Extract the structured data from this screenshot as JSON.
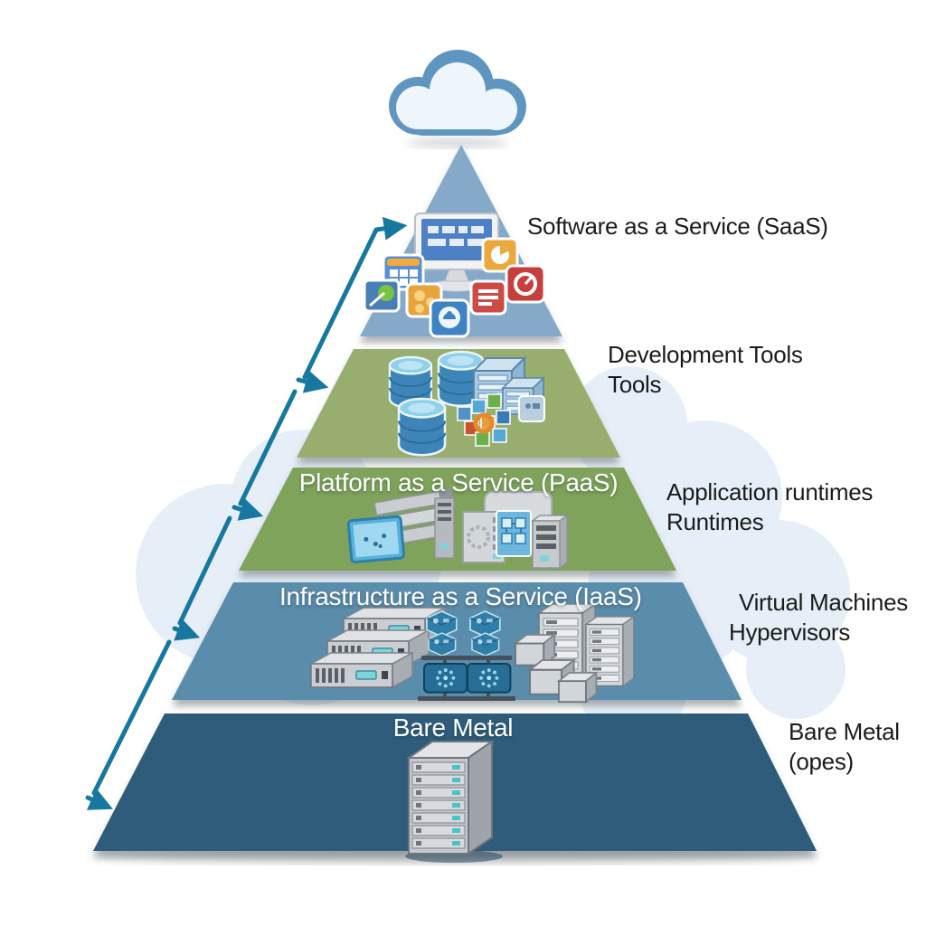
{
  "diagram": {
    "type": "pyramid-stack",
    "cloud_icon": "cloud",
    "colors": {
      "saas_fill": "#85aac9",
      "devtools_fill": "#97ae6e",
      "paas_fill": "#7fa35a",
      "iaas_fill": "#5a8cab",
      "bare_metal_fill": "#2e5b7a",
      "arrow": "#16789f",
      "cloud_outline": "#5f96c0",
      "cloud_fill": "#eef5fb",
      "background_clouds": "#e6eff8",
      "side_label_text": "#1b1b1b",
      "layer_title_text": "#ffffff"
    },
    "layers": [
      {
        "id": "saas",
        "title": "",
        "side_label_lines": [
          "Software as a Service (SaaS)"
        ],
        "icons": [
          "monitor-icon",
          "app-window-grid-icon",
          "app-chart-icon",
          "app-shapes-icon",
          "app-badge-icon",
          "app-pie-icon",
          "app-document-icon",
          "app-gauge-icon"
        ]
      },
      {
        "id": "development-tools",
        "title": "",
        "side_label_lines": [
          "Development Tools",
          "Tools"
        ],
        "icons": [
          "database-icon",
          "database-icon",
          "database-icon",
          "server-box-icon",
          "server-box-icon",
          "build-blocks-icon",
          "module-tile-icon"
        ]
      },
      {
        "id": "paas",
        "title": "Platform as a Service (PaaS)",
        "side_label_lines": [
          "Application runtimes",
          "Runtimes"
        ],
        "icons": [
          "screen-icon",
          "server-stack-icon",
          "server-tower-icon",
          "cabinet-gear-icon",
          "panel-icon",
          "server-tower-icon",
          "wide-screen-icon"
        ]
      },
      {
        "id": "iaas",
        "title": "Infrastructure as a Service (IaaS)",
        "side_label_lines": [
          "Virtual Machines",
          "Hypervisors"
        ],
        "icons": [
          "rack-server-icon",
          "rack-server-icon",
          "rack-server-icon",
          "network-node-icon",
          "network-node-icon",
          "hypervisor-switch-icon",
          "hypervisor-switch-icon",
          "server-cabinet-icon",
          "server-cabinet-icon",
          "storage-box-icon",
          "storage-box-icon",
          "storage-box-icon"
        ]
      },
      {
        "id": "bare-metal",
        "title": "Bare Metal",
        "side_label_lines": [
          "Bare Metal",
          "(opes)"
        ],
        "icons": [
          "server-tower-icon"
        ]
      }
    ]
  }
}
